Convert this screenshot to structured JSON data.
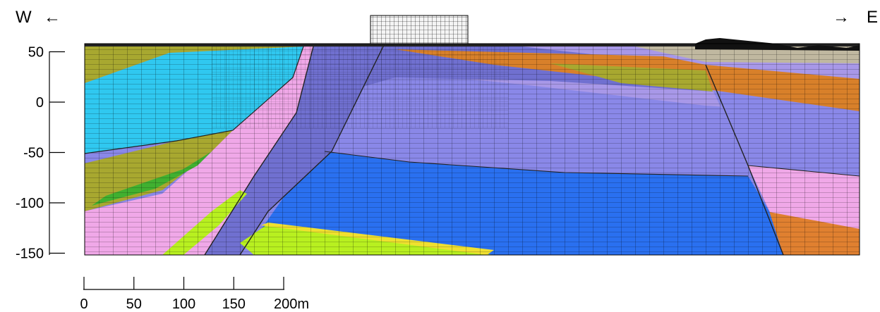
{
  "orientation": {
    "west_label": "W",
    "west_arrow": "←",
    "east_label": "E",
    "east_arrow": "→"
  },
  "elevation_axis": {
    "ticks": [
      "50",
      "0",
      "-50",
      "-100",
      "-150"
    ],
    "tick_values": [
      50,
      0,
      -50,
      -100,
      -150
    ]
  },
  "scale_bar": {
    "tick_values": [
      0,
      50,
      100,
      150,
      200
    ],
    "labels": [
      "0",
      "50",
      "100",
      "150",
      "200m"
    ]
  },
  "colors": {
    "olive": "#a8a830",
    "cyan": "#30c8f0",
    "pink": "#f0a8e8",
    "lavender": "#a8a0f0",
    "slate": "#7070d0",
    "periwinkle": "#8a88e8",
    "blue": "#2a70f0",
    "lime": "#b8f020",
    "green": "#40b030",
    "yellow": "#f0e030",
    "orange": "#e08030",
    "dark": "#222222"
  }
}
